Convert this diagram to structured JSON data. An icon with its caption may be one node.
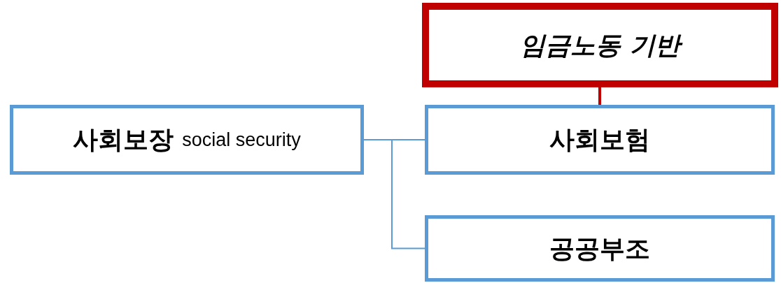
{
  "diagram": {
    "nodes": [
      {
        "text": [
          "임금노동 기반"
        ]
      },
      {
        "text": [
          "사회보장",
          "social security"
        ]
      },
      {
        "text": [
          "사회보험"
        ]
      },
      {
        "text": [
          "공공부조"
        ]
      }
    ],
    "edges": [
      {
        "from": 0,
        "to": 2,
        "arrow": "none",
        "style": "thick",
        "color": "#c00000"
      },
      {
        "from": 1,
        "to": 2,
        "arrow": "none"
      },
      {
        "from": 1,
        "to": 3,
        "arrow": "none"
      }
    ]
  }
}
